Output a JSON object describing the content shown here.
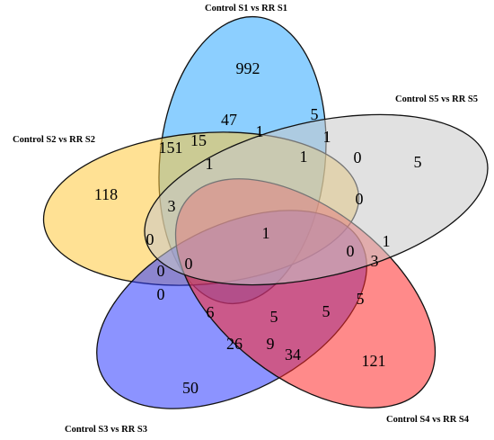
{
  "sets": [
    {
      "key": "s1",
      "label": "Control S1 vs RR S1",
      "color": "#2EA8FF"
    },
    {
      "key": "s2",
      "label": "Control S2 vs RR S2",
      "color": "#FFC83D"
    },
    {
      "key": "s3",
      "label": "Control S3 vs RR S3",
      "color": "#2E3BFF"
    },
    {
      "key": "s4",
      "label": "Control S4 vs RR S4",
      "color": "#FF2A2A"
    },
    {
      "key": "s5",
      "label": "Control S5 vs RR S5",
      "color": "#C8C8C8"
    }
  ],
  "regions": [
    {
      "sets": [
        "s1"
      ],
      "count": "992"
    },
    {
      "sets": [
        "s2"
      ],
      "count": "118"
    },
    {
      "sets": [
        "s3"
      ],
      "count": "50"
    },
    {
      "sets": [
        "s4"
      ],
      "count": "121"
    },
    {
      "sets": [
        "s5"
      ],
      "count": "5"
    },
    {
      "sets": [
        "s1",
        "s4"
      ],
      "count": "47"
    },
    {
      "sets": [
        "s1",
        "s5"
      ],
      "count": "5"
    },
    {
      "sets": [
        "s1",
        "s2"
      ],
      "count": "151"
    },
    {
      "sets": [
        "s1",
        "s2",
        "s4"
      ],
      "count": "15"
    },
    {
      "sets": [
        "s1",
        "s4",
        "s5"
      ],
      "count": "1"
    },
    {
      "sets": [
        "s1",
        "s3",
        "s5"
      ],
      "count": "1"
    },
    {
      "sets": [
        "s1",
        "s3",
        "s4",
        "s5"
      ],
      "count": "1"
    },
    {
      "sets": [
        "s3",
        "s5"
      ],
      "count": "0"
    },
    {
      "sets": [
        "s1",
        "s2",
        "s4",
        "s5"
      ],
      "count": "1"
    },
    {
      "sets": [
        "s1",
        "s2",
        "s3"
      ],
      "count": "3"
    },
    {
      "sets": [
        "s2",
        "s3",
        "s5"
      ],
      "count": "0"
    },
    {
      "sets": [
        "s3",
        "s4",
        "s5"
      ],
      "count": "0"
    },
    {
      "sets": [
        "s1",
        "s2",
        "s3",
        "s4",
        "s5"
      ],
      "count": "1"
    },
    {
      "sets": [
        "s2",
        "s5"
      ],
      "count": "0"
    },
    {
      "sets": [
        "s2",
        "s3",
        "s4",
        "s5"
      ],
      "count": "0"
    },
    {
      "sets": [
        "s4",
        "s5"
      ],
      "count": "1"
    },
    {
      "sets": [
        "s1",
        "s3",
        "s4"
      ],
      "count": "0"
    },
    {
      "sets": [
        "s2",
        "s3"
      ],
      "count": "3"
    },
    {
      "sets": [
        "s1",
        "s3",
        "s4",
        "s5"
      ],
      "count": "0"
    },
    {
      "sets": [
        "s2",
        "s3",
        "s4"
      ],
      "count": "6"
    },
    {
      "sets": [
        "s3",
        "s4"
      ],
      "count": "5"
    },
    {
      "sets": [
        "s1",
        "s3",
        "s4"
      ],
      "count": "5"
    },
    {
      "sets": [
        "s1",
        "s4",
        "s5"
      ],
      "count": "5"
    },
    {
      "sets": [
        "s1",
        "s3"
      ],
      "count": "26"
    },
    {
      "sets": [
        "s1",
        "s3",
        "s4"
      ],
      "count": "9"
    },
    {
      "sets": [
        "s1",
        "s4"
      ],
      "count": "34"
    }
  ]
}
